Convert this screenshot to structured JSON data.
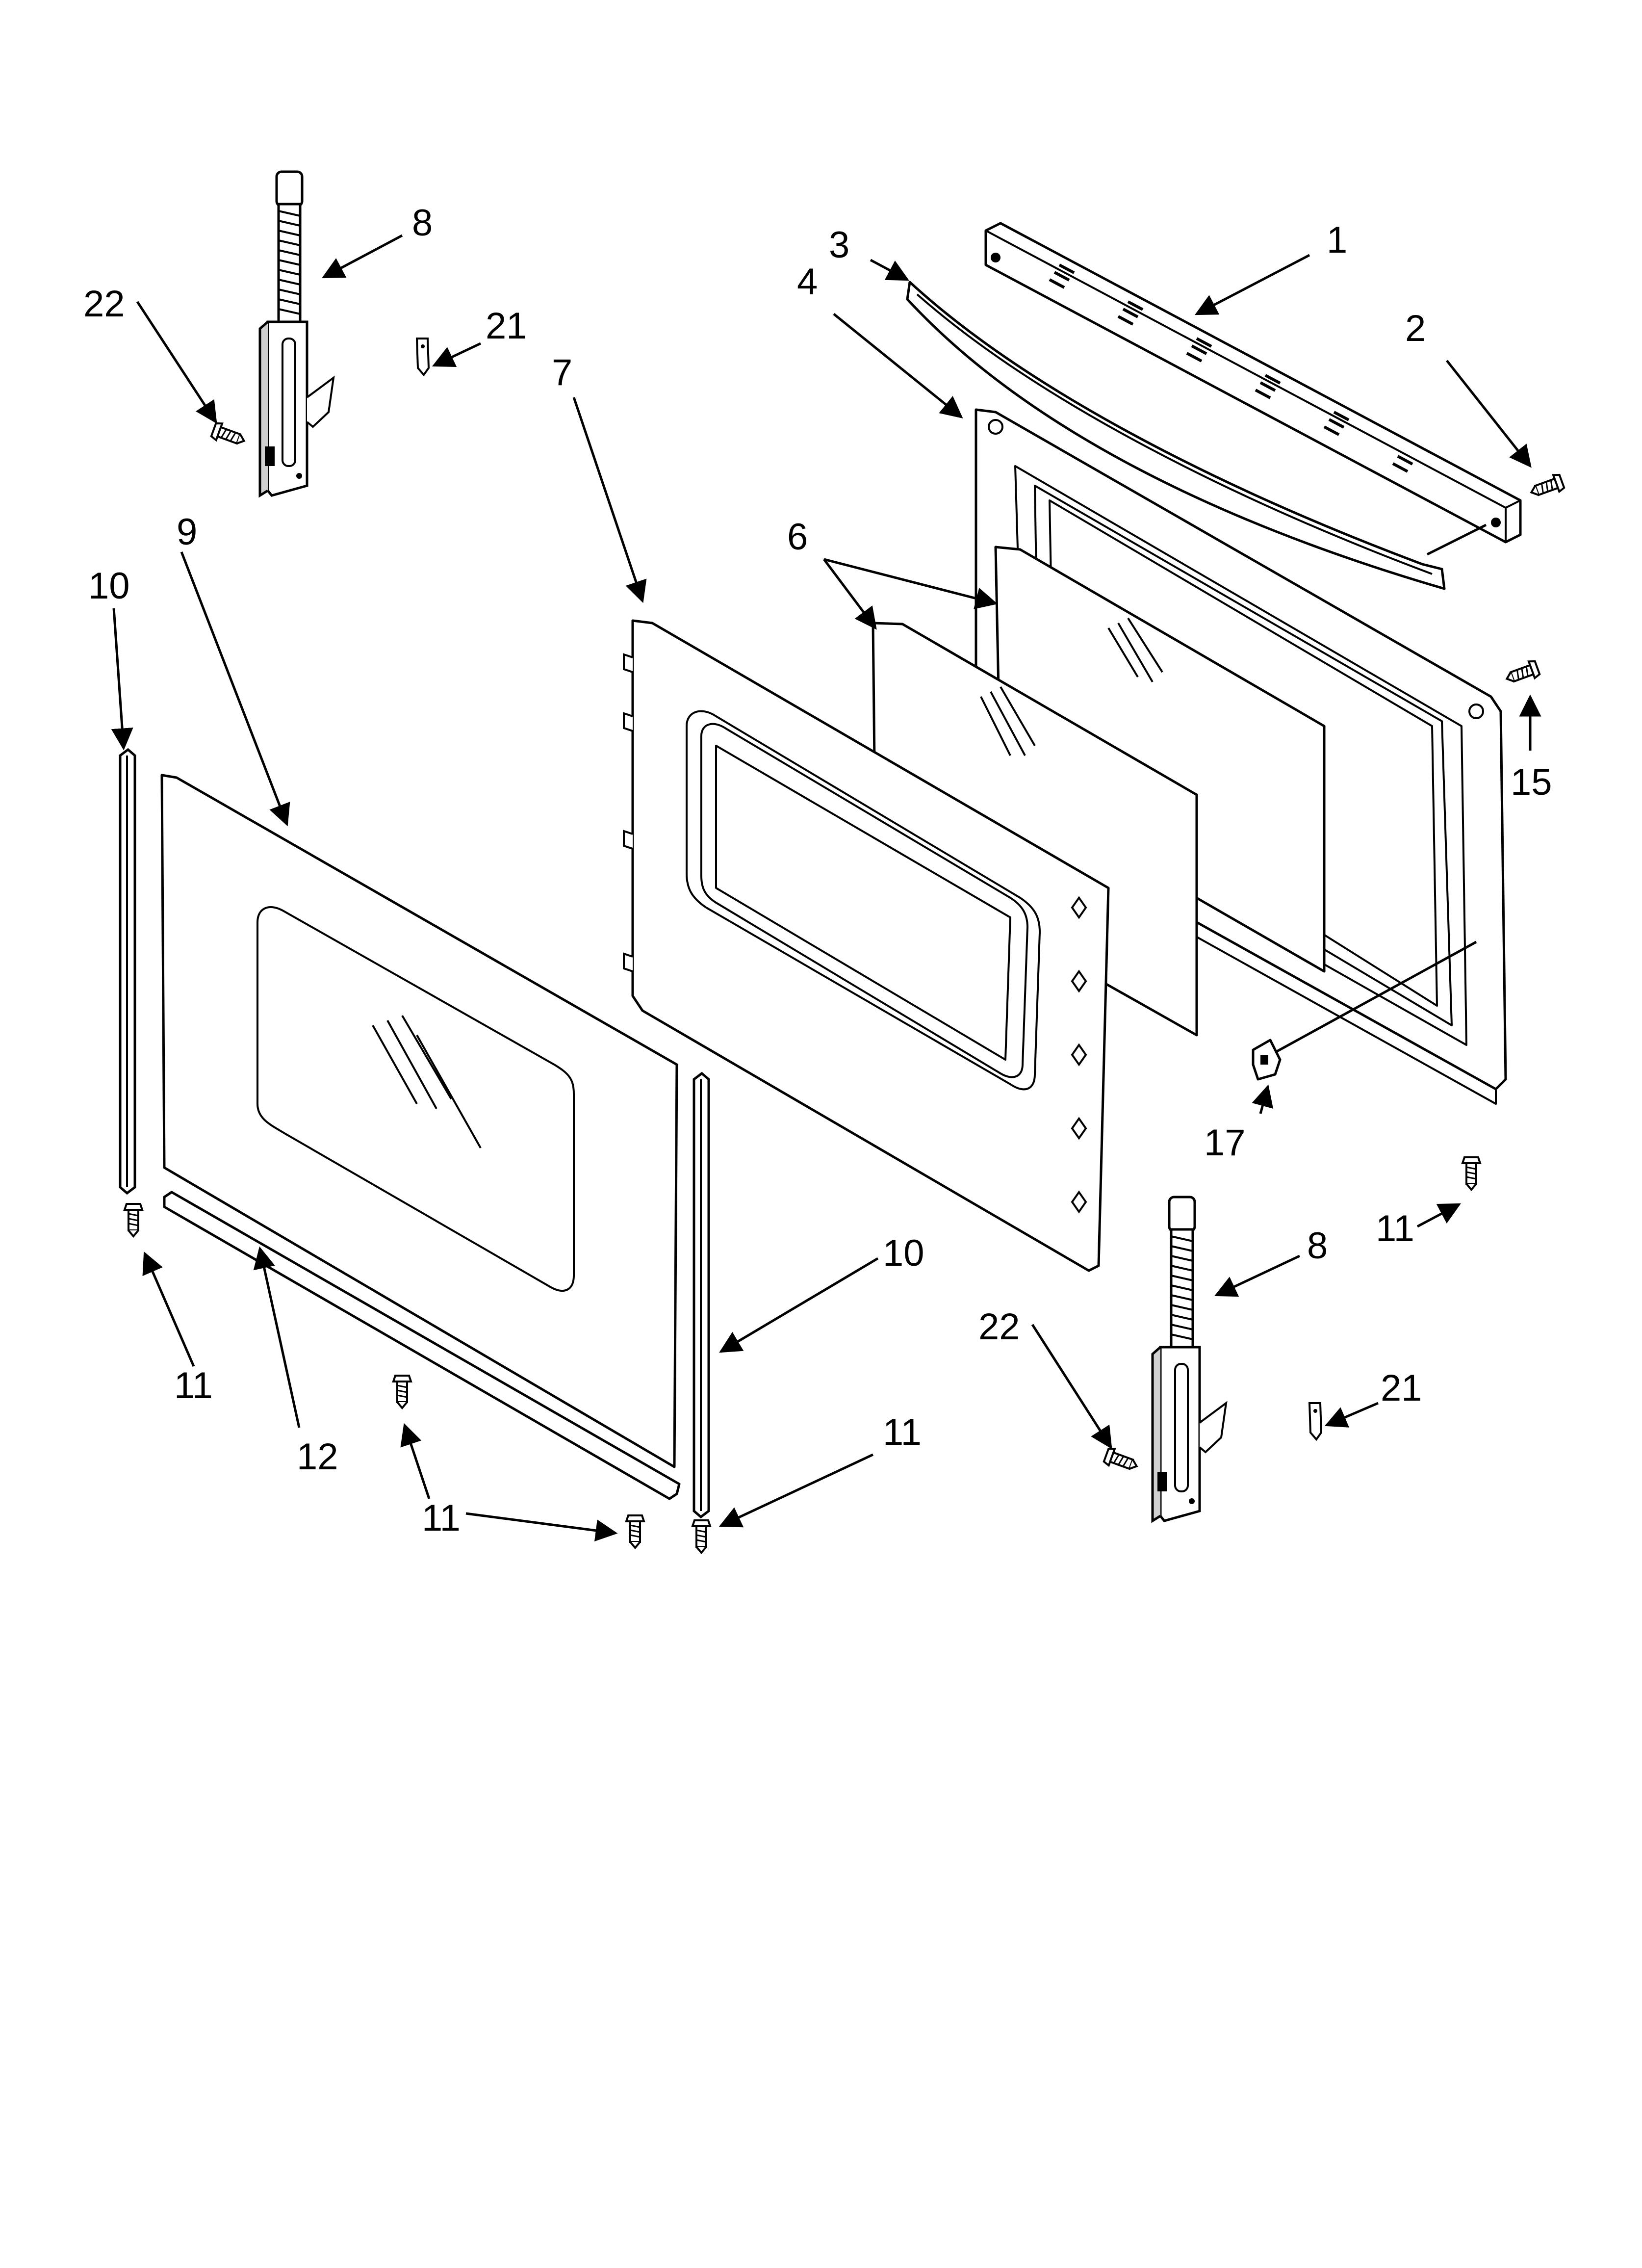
{
  "diagram": {
    "type": "exploded-parts-view",
    "callouts": {
      "c1": "1",
      "c2": "2",
      "c3": "3",
      "c4": "4",
      "c6": "6",
      "c7": "7",
      "c8_top": "8",
      "c8_bottom": "8",
      "c9": "9",
      "c10_left": "10",
      "c10_right": "10",
      "c11_left": "11",
      "c11_mid": "11",
      "c11_right": "11",
      "c11_far_right": "11",
      "c12": "12",
      "c15": "15",
      "c17": "17",
      "c21_top": "21",
      "c21_bottom": "21",
      "c22_top": "22",
      "c22_bottom": "22"
    }
  }
}
